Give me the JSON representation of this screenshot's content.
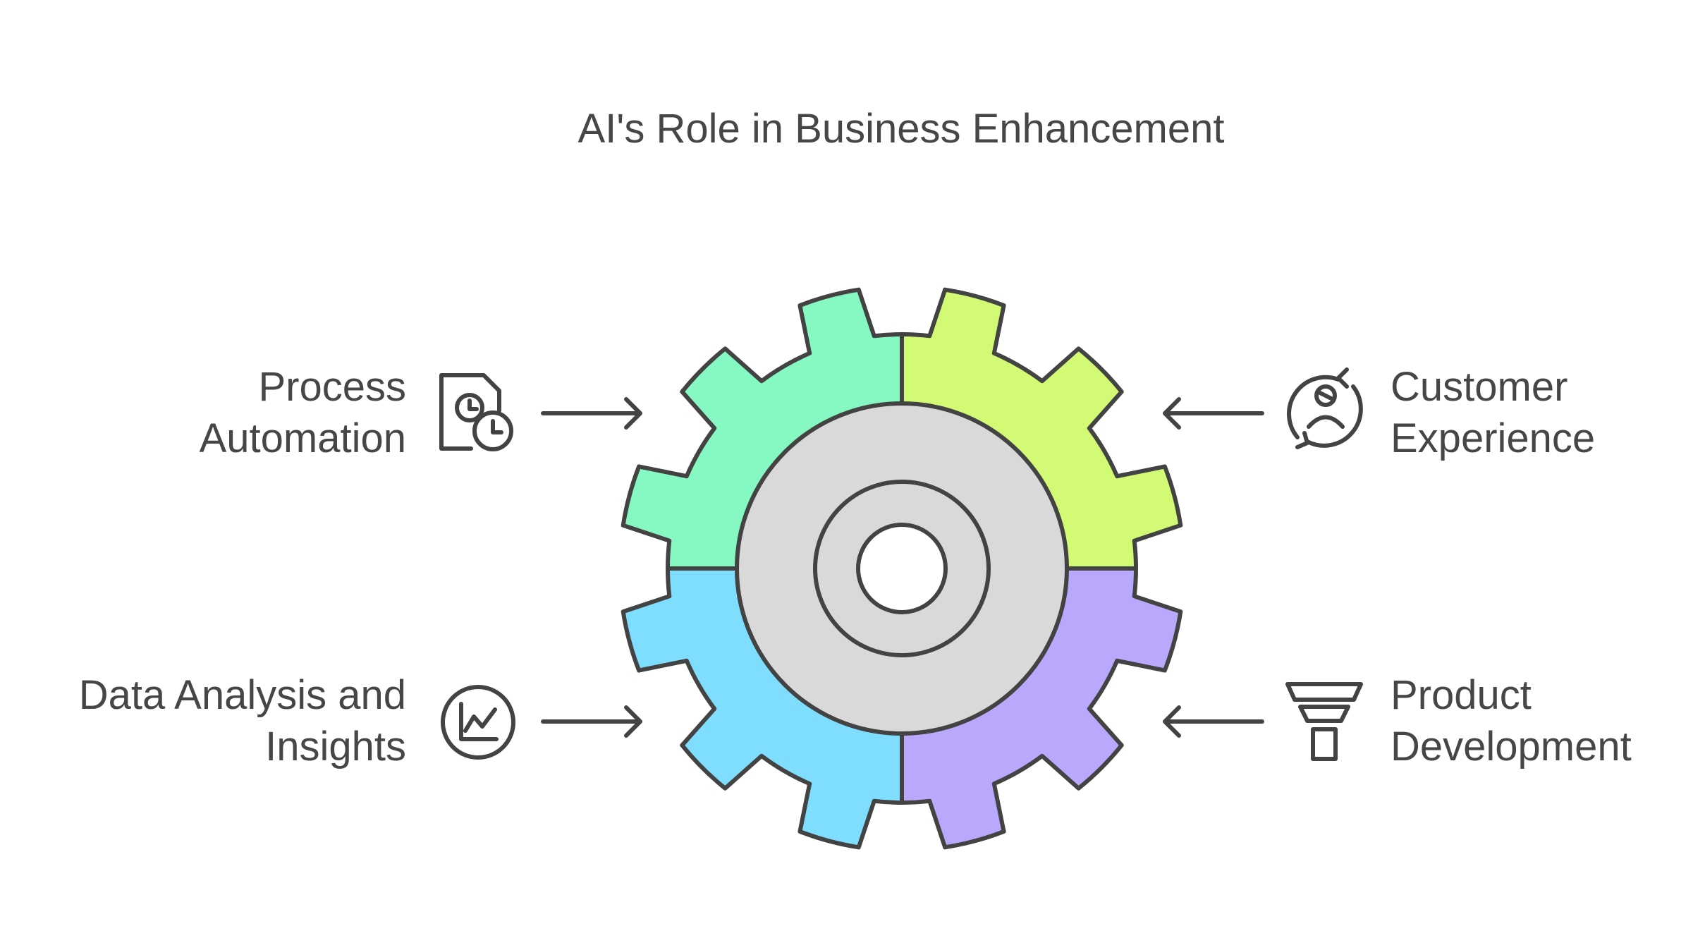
{
  "title": "AI's Role in Business Enhancement",
  "segments": [
    {
      "id": "process-automation",
      "line1": "Process",
      "line2": "Automation",
      "icon": "document-clock-icon",
      "color": "#86F8C2"
    },
    {
      "id": "customer-experience",
      "line1": "Customer",
      "line2": "Experience",
      "icon": "user-cycle-icon",
      "color": "#D3FA74"
    },
    {
      "id": "data-analysis",
      "line1": "Data Analysis and",
      "line2": "Insights",
      "icon": "line-chart-icon",
      "color": "#7FDDFE"
    },
    {
      "id": "product-development",
      "line1": "Product",
      "line2": "Development",
      "icon": "funnel-icon",
      "color": "#B9A8FC"
    }
  ],
  "colors": {
    "stroke": "#434343",
    "hub": "#D9D9D9",
    "text": "#464646"
  }
}
